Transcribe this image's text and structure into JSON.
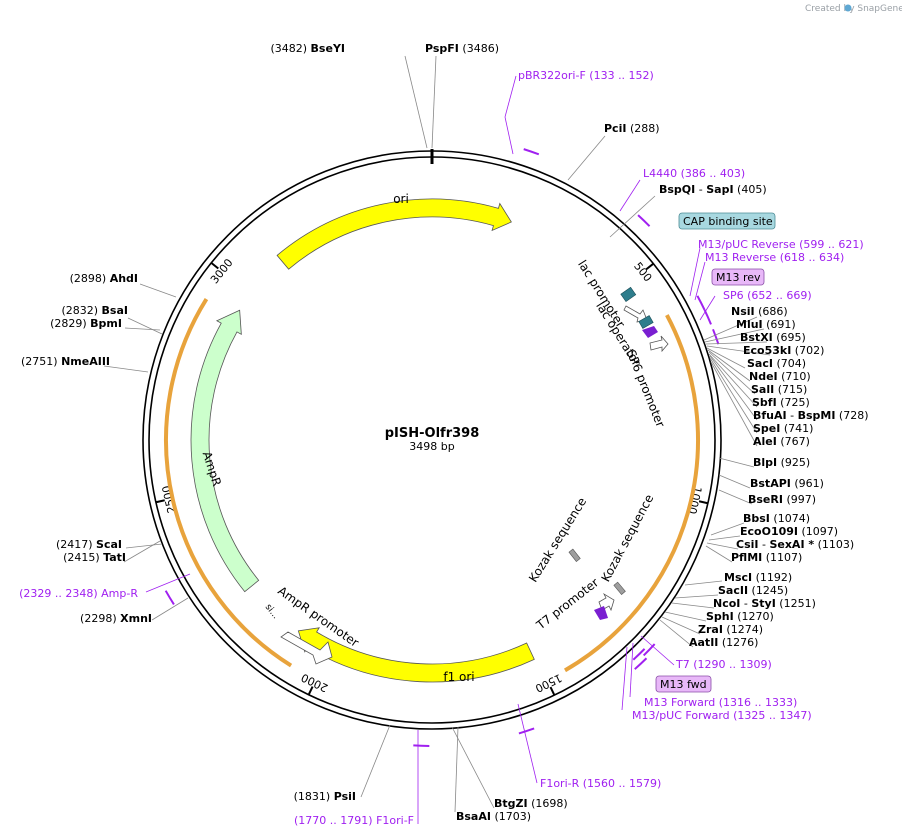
{
  "credit": "Created by SnapGene",
  "plasmid": {
    "name": "pISH-Olfr398",
    "size_label": "3498 bp",
    "length": 3498
  },
  "ticks": [
    "500",
    "1000",
    "1500",
    "2000",
    "2500",
    "3000"
  ],
  "colors": {
    "ori": "#ffff00",
    "f1_ori": "#ffff00",
    "ampr": "#ccffcc",
    "promoter": "#ffffff",
    "orange_region": "#ffcc66",
    "primer": "#a020f0",
    "teal": "#2e7d8c",
    "purple": "#7a1fd1",
    "cap_box": "#a8d8e0",
    "m13_box": "#e8b8f8"
  },
  "features": {
    "ori": "ori",
    "f1_ori": "f1 ori",
    "ampr": "AmpR",
    "ampr_promoter": "AmpR promoter",
    "signal": "si...",
    "lac_promoter": "lac promoter",
    "lac_operator": "lac operator",
    "sp6_promoter": "SP6 promoter",
    "t7_promoter": "T7 promoter",
    "kozak_1": "Kozak sequence",
    "kozak_2": "Kozak sequence"
  },
  "sites": [
    {
      "name": "BseYI",
      "pos": "(3482)"
    },
    {
      "name": "PspFI",
      "pos": "(3486)"
    },
    {
      "name": "PciI",
      "pos": "(288)"
    },
    {
      "name": "BspQI",
      "sep": "-",
      "name2": "SapI",
      "pos": "(405)"
    },
    {
      "name": "NsiI",
      "pos": "(686)"
    },
    {
      "name": "MluI",
      "pos": "(691)"
    },
    {
      "name": "BstXI",
      "pos": "(695)"
    },
    {
      "name": "Eco53kI",
      "pos": "(702)"
    },
    {
      "name": "SacI",
      "pos": "(704)"
    },
    {
      "name": "NdeI",
      "pos": "(710)"
    },
    {
      "name": "SalI",
      "pos": "(715)"
    },
    {
      "name": "SbfI",
      "pos": "(725)"
    },
    {
      "name": "BfuAI",
      "sep": "-",
      "name2": "BspMI",
      "pos": "(728)"
    },
    {
      "name": "SpeI",
      "pos": "(741)"
    },
    {
      "name": "AleI",
      "pos": "(767)"
    },
    {
      "name": "BlpI",
      "pos": "(925)"
    },
    {
      "name": "BstAPI",
      "pos": "(961)"
    },
    {
      "name": "BseRI",
      "pos": "(997)"
    },
    {
      "name": "BbsI",
      "pos": "(1074)"
    },
    {
      "name": "EcoO109I",
      "pos": "(1097)"
    },
    {
      "name": "CsiI",
      "sep": "-",
      "name2": "SexAI *",
      "pos": "(1103)"
    },
    {
      "name": "PflMI",
      "pos": "(1107)"
    },
    {
      "name": "MscI",
      "pos": "(1192)"
    },
    {
      "name": "SacII",
      "pos": "(1245)"
    },
    {
      "name": "NcoI",
      "sep": "-",
      "name2": "StyI",
      "pos": "(1251)"
    },
    {
      "name": "SphI",
      "pos": "(1270)"
    },
    {
      "name": "ZraI",
      "pos": "(1274)"
    },
    {
      "name": "AatII",
      "pos": "(1276)"
    },
    {
      "name": "BtgZI",
      "pos": "(1698)"
    },
    {
      "name": "BsaAI",
      "pos": "(1703)"
    },
    {
      "name": "PsiI",
      "pos": "(1831)"
    },
    {
      "name": "XmnI",
      "pos": "(2298)"
    },
    {
      "name": "ScaI",
      "pos": "(2417)"
    },
    {
      "name": "TatI",
      "pos": "(2415)"
    },
    {
      "name": "NmeAIII",
      "pos": "(2751)"
    },
    {
      "name": "BsaI",
      "pos": "(2832)"
    },
    {
      "name": "BpmI",
      "pos": "(2829)"
    },
    {
      "name": "AhdI",
      "pos": "(2898)"
    }
  ],
  "primers": [
    {
      "name": "pBR322ori-F",
      "range": "(133 .. 152)"
    },
    {
      "name": "L4440",
      "range": "(386 .. 403)"
    },
    {
      "name": "M13/pUC Reverse",
      "range": "(599 .. 621)"
    },
    {
      "name": "M13 Reverse",
      "range": "(618 .. 634)"
    },
    {
      "name": "SP6",
      "range": "(652 .. 669)"
    },
    {
      "name": "T7",
      "range": "(1290 .. 1309)"
    },
    {
      "name": "M13 Forward",
      "range": "(1316 .. 1333)"
    },
    {
      "name": "M13/pUC Forward",
      "range": "(1325 .. 1347)"
    },
    {
      "name": "F1ori-R",
      "range": "(1560 .. 1579)"
    },
    {
      "name": "F1ori-F",
      "range": "(1770 .. 1791)"
    },
    {
      "name": "Amp-R",
      "range": "(2329 .. 2348)"
    }
  ],
  "boxes": {
    "cap": "CAP binding site",
    "m13rev": "M13 rev",
    "m13fwd": "M13 fwd"
  }
}
